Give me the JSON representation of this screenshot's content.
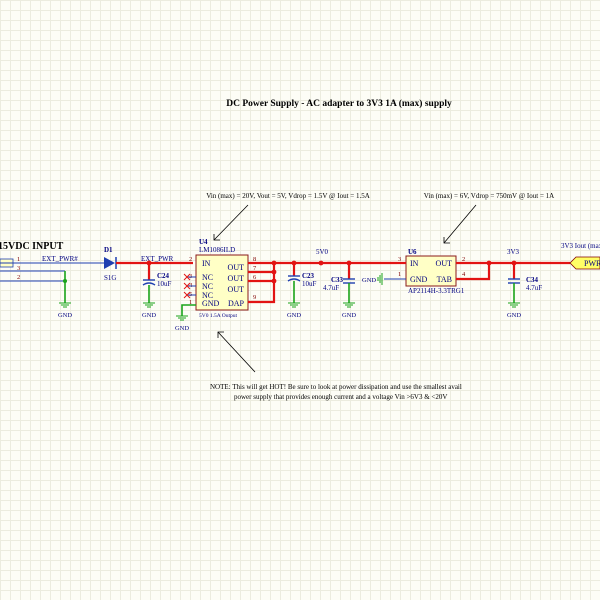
{
  "title": "DC Power Supply - AC adapter to 3V3 1A (max) supply",
  "notes": {
    "regulator1": "Vin (max) = 20V, Vout = 5V, Vdrop = 1.5V @ Iout = 1.5A",
    "regulator2": "Vin (max) = 6V, Vdrop = 750mV @ Iout = 1A",
    "warning_line1": "NOTE:  This will get HOT!  Be sure to look at power dissipation and use the smallest avail",
    "warning_line2": "power supply that provides enough current and a voltage Vin >6V3 & <20V"
  },
  "input": {
    "label": "15VDC INPUT",
    "pins": [
      "1",
      "3",
      "2"
    ]
  },
  "diode": {
    "ref": "D1",
    "value": "S1G"
  },
  "nets": {
    "ext_pwr_a": "EXT_PWR#",
    "ext_pwr_b": "EXT_PWR",
    "v5": "5V0",
    "v3": "3V3",
    "out_label": "3V3 Iout (max",
    "out_port": "PWR"
  },
  "u4": {
    "ref": "U4",
    "part": "LM1086ILD",
    "footer": "5V0 1.5A Output",
    "pins_left": [
      "IN",
      "NC",
      "NC",
      "NC",
      "GND"
    ],
    "pins_right": [
      "OUT",
      "OUT",
      "OUT",
      "DAP"
    ],
    "pin_numbers": {
      "in": "2",
      "nc1": "3",
      "nc2": "4",
      "nc3": "5",
      "gnd": "1",
      "out1": "8",
      "out2": "7",
      "out3": "6",
      "dap": "9"
    }
  },
  "u6": {
    "ref": "U6",
    "part": "AP2114H-3.3TRG1",
    "pins_left": [
      "IN",
      "GND"
    ],
    "pins_right": [
      "OUT",
      "TAB"
    ],
    "pin_numbers": {
      "in": "3",
      "gnd": "1",
      "out": "2",
      "tab": "4"
    }
  },
  "caps": [
    {
      "ref": "C24",
      "value": "10uF"
    },
    {
      "ref": "C23",
      "value": "10uF"
    },
    {
      "ref": "C33",
      "value": "4.7uF"
    },
    {
      "ref": "C34",
      "value": "4.7uF"
    }
  ],
  "gnd_label": "GND",
  "colors": {
    "power_wire": "#e21313",
    "gnd_wire": "#1aa31a",
    "signal_wire": "#1f3fb0",
    "component_fill": "#ffffc6"
  }
}
